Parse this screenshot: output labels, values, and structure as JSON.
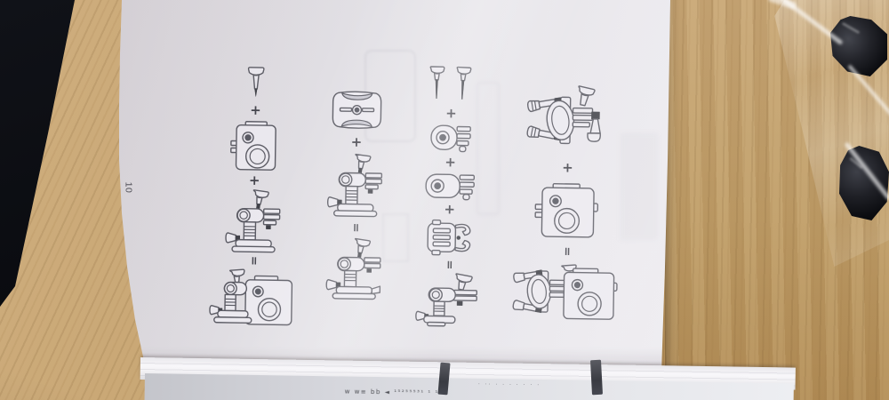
{
  "scene": {
    "setting": "printed instruction manual lying open on a wooden table",
    "accessory_bag": {
      "type": "clear-plastic-bag",
      "contents": [
        "black-thumb-knob",
        "black-thumb-knob"
      ]
    }
  },
  "page": {
    "number": "10",
    "columns": [
      {
        "id": "camera-plus-swivel-mount",
        "steps": [
          {
            "type": "icon",
            "name": "thumb-screw"
          },
          {
            "type": "op",
            "symbol": "+"
          },
          {
            "type": "icon",
            "name": "action-camera"
          },
          {
            "type": "op",
            "symbol": "+"
          },
          {
            "type": "icon",
            "name": "swivel-arm-mount"
          },
          {
            "type": "op",
            "symbol": "="
          },
          {
            "type": "icon",
            "name": "camera-on-swivel-mount"
          }
        ]
      },
      {
        "id": "buckle-plus-swivel-mount",
        "steps": [
          {
            "type": "icon",
            "name": "flat-buckle-mount"
          },
          {
            "type": "op",
            "symbol": "+"
          },
          {
            "type": "icon",
            "name": "swivel-arm-mount"
          },
          {
            "type": "op",
            "symbol": "="
          },
          {
            "type": "icon",
            "name": "swivel-arm-on-buckle"
          }
        ]
      },
      {
        "id": "screws-plus-arms-plus-buckle",
        "steps": [
          {
            "type": "icon",
            "name": "thumb-screw-pair"
          },
          {
            "type": "op",
            "symbol": "+"
          },
          {
            "type": "icon",
            "name": "short-joint-arm"
          },
          {
            "type": "op",
            "symbol": "+"
          },
          {
            "type": "icon",
            "name": "long-joint-arm"
          },
          {
            "type": "op",
            "symbol": "+"
          },
          {
            "type": "icon",
            "name": "quick-release-buckle"
          },
          {
            "type": "op",
            "symbol": "="
          },
          {
            "type": "icon",
            "name": "joint-arm-assembly"
          }
        ]
      },
      {
        "id": "handlebar-mount-plus-camera",
        "steps": [
          {
            "type": "icon",
            "name": "handlebar-clamp-mount"
          },
          {
            "type": "op",
            "symbol": "+"
          },
          {
            "type": "icon",
            "name": "action-camera"
          },
          {
            "type": "op",
            "symbol": "="
          },
          {
            "type": "icon",
            "name": "camera-on-handlebar-mount"
          }
        ]
      }
    ],
    "bottom_sheet": {
      "print_marks": "w  w≡  bb  ◄    ¹⁵²⁵⁵⁵³¹   ¹   ¹",
      "dot_marks": "· ·· · · · · ·  ·   ·"
    }
  },
  "colors": {
    "wood": "#bf9f6c",
    "wood_shadow": "#a0804e",
    "page_paper": "#e4e2e7",
    "line_art": "#5b5b64",
    "dark_floor": "#0a0b10",
    "knob_black": "#15161a",
    "fore_edge_white": "#f6f5f8",
    "binding_tab": "#43454c"
  }
}
